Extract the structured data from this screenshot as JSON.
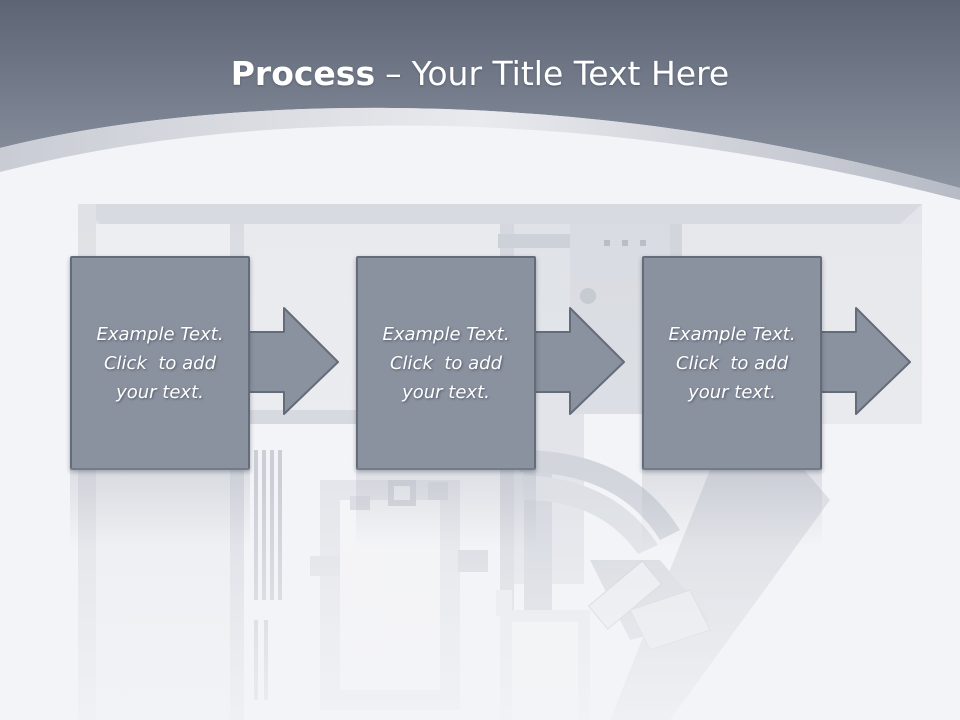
{
  "title": {
    "bold": "Process",
    "separator": "–",
    "rest": "Your Title Text Here"
  },
  "steps": [
    {
      "line1": "Example Text.",
      "line2": "Click  to add",
      "line3": "your text."
    },
    {
      "line1": "Example Text.",
      "line2": "Click  to add",
      "line3": "your text."
    },
    {
      "line1": "Example Text.",
      "line2": "Click  to add",
      "line3": "your text."
    }
  ],
  "colors": {
    "header": "#6f7786",
    "box_fill": "#8a919f",
    "box_border": "#646c7a",
    "background": "#f3f4f7"
  }
}
